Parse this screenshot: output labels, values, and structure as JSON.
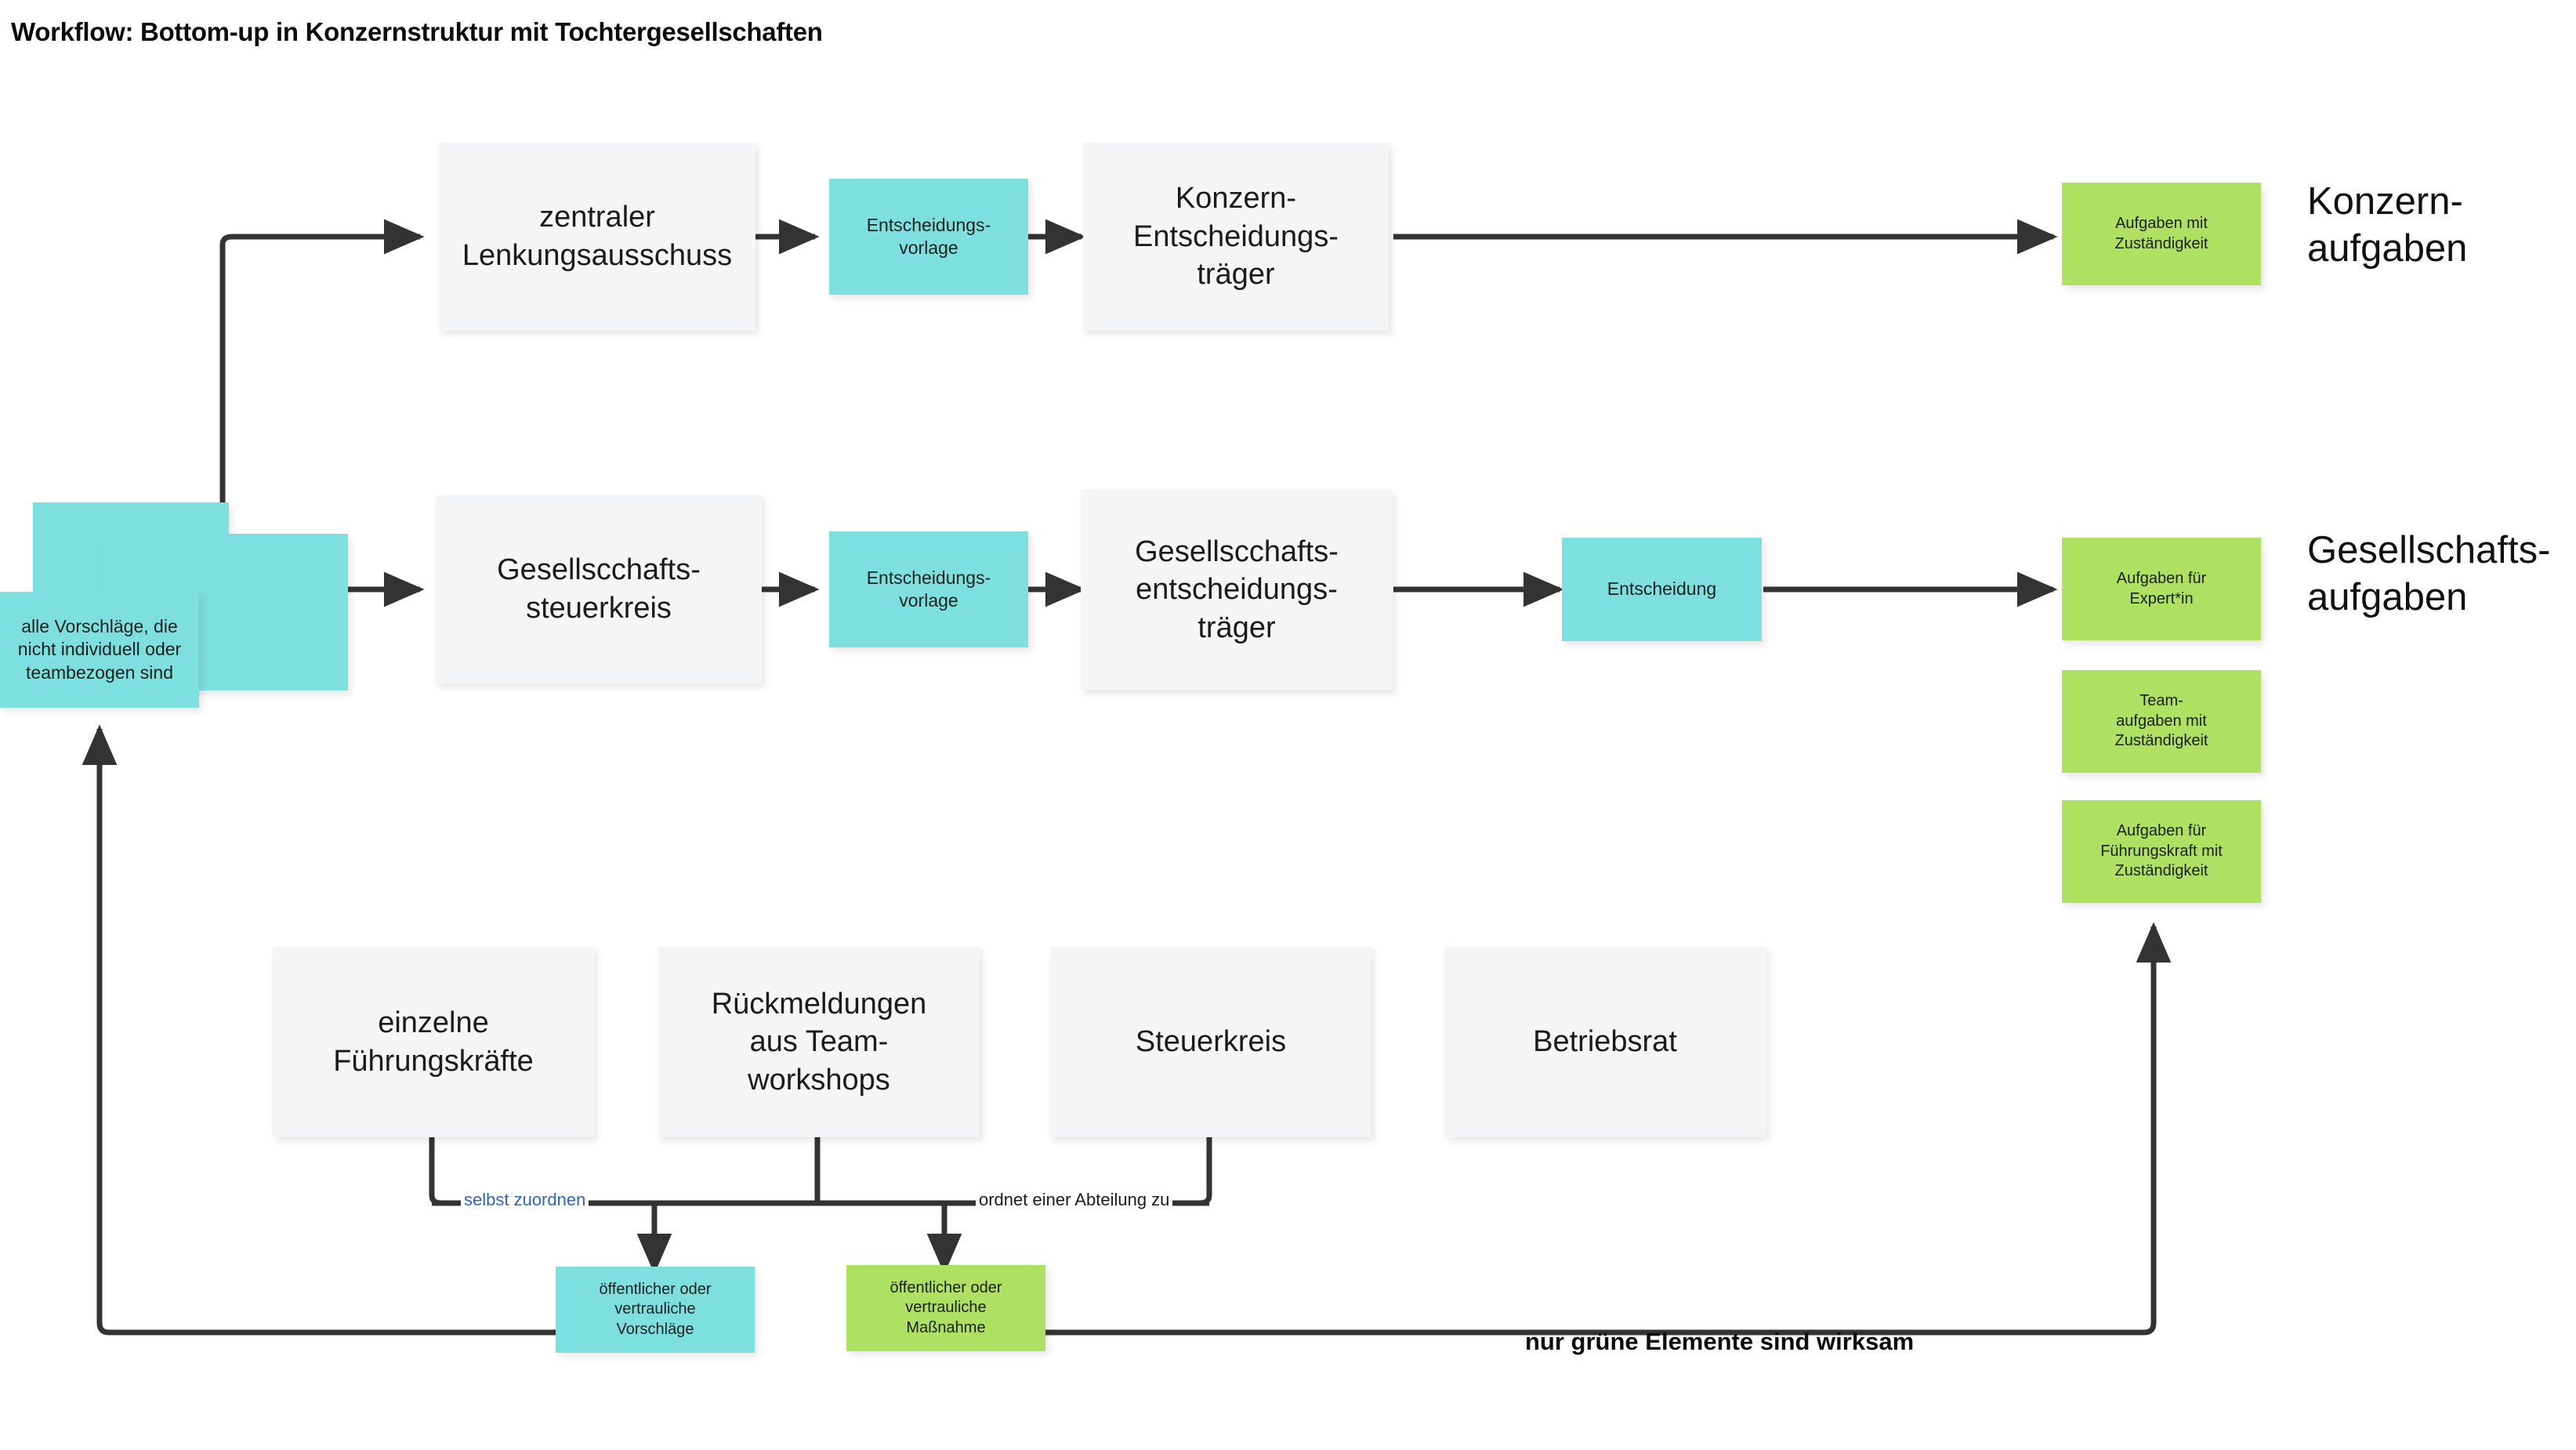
{
  "diagram": {
    "title": "Workflow: Bottom-up in Konzernstruktur mit Tochtergesellschaften",
    "footnote": "nur grüne Elemente sind wirksam",
    "colors": {
      "cyan": "#7ee0de",
      "green": "#aee162",
      "gray": "#f4f5f7",
      "connector": "#333333",
      "edge_label_blue": "#2f63c4",
      "background": "#ffffff"
    },
    "row_labels": [
      {
        "id": "konzernaufgaben",
        "text": "Konzern-\naufgaben"
      },
      {
        "id": "gesellschaftsaufgaben",
        "text": "Gesellschafts-\naufgaben"
      }
    ],
    "nodes": {
      "input_stack": {
        "label": "alle Vorschläge, die nicht individuell oder teambezogen sind",
        "color": "cyan",
        "stacked": true
      },
      "top_row": [
        {
          "id": "zentraler-lenkungsausschuss",
          "label": "zentraler\nLenkungsausschuss",
          "color": "gray"
        },
        {
          "id": "entscheidungsvorlage-konzern",
          "label": "Entscheidungs-\nvorlage",
          "color": "cyan"
        },
        {
          "id": "konzern-entscheidungstraeger",
          "label": "Konzern-\nEntscheidungs-\nträger",
          "color": "gray"
        },
        {
          "id": "aufgaben-mit-zustaendigkeit",
          "label": "Aufgaben mit\nZuständigkeit",
          "color": "green"
        }
      ],
      "middle_row": [
        {
          "id": "gesellschafts-steuerkreis",
          "label": "Gesellscchafts-\nsteuerkreis",
          "color": "gray"
        },
        {
          "id": "entscheidungsvorlage-gesellschaft",
          "label": "Entscheidungs-\nvorlage",
          "color": "cyan"
        },
        {
          "id": "gesellschafts-entscheidungstraeger",
          "label": "Gesellscchafts-\nentscheidungs-\nträger",
          "color": "gray"
        },
        {
          "id": "entscheidung",
          "label": "Entscheidung",
          "color": "cyan"
        }
      ],
      "outcome_column": [
        {
          "id": "aufgaben-fuer-expertin",
          "label": "Aufgaben für\nExpert*in",
          "color": "green"
        },
        {
          "id": "teamaufgaben-mit-zustaendigkeit",
          "label": "Team-\naufgaben mit\nZuständigkeit",
          "color": "green"
        },
        {
          "id": "aufgaben-fuer-fuehrungskraft",
          "label": "Aufgaben für\nFührungskraft mit\nZuständigkeit",
          "color": "green"
        }
      ],
      "sources_row": [
        {
          "id": "einzelne-fuehrungskraefte",
          "label": "einzelne\nFührungskräfte",
          "color": "gray"
        },
        {
          "id": "rueckmeldungen-aus-teamworkshops",
          "label": "Rückmeldungen\naus Team-\nworkshops",
          "color": "gray"
        },
        {
          "id": "steuerkreis",
          "label": "Steuerkreis",
          "color": "gray"
        },
        {
          "id": "betriebsrat",
          "label": "Betriebsrat",
          "color": "gray"
        }
      ],
      "bottom_outputs": [
        {
          "id": "oeffentliche-vorschlaege",
          "label": "öffentlicher oder\nvertrauliche\nVorschläge",
          "color": "cyan"
        },
        {
          "id": "oeffentliche-massnahme",
          "label": "öffentlicher oder\nvertrauliche\nMaßnahme",
          "color": "green"
        }
      ]
    },
    "edge_labels": [
      {
        "id": "selbst-zuordnen",
        "text": "selbst zuordnen",
        "color": "blue"
      },
      {
        "id": "ordnet-einer-abteilung-zu",
        "text": "ordnet einer Abteilung zu",
        "color": "dark"
      }
    ]
  }
}
